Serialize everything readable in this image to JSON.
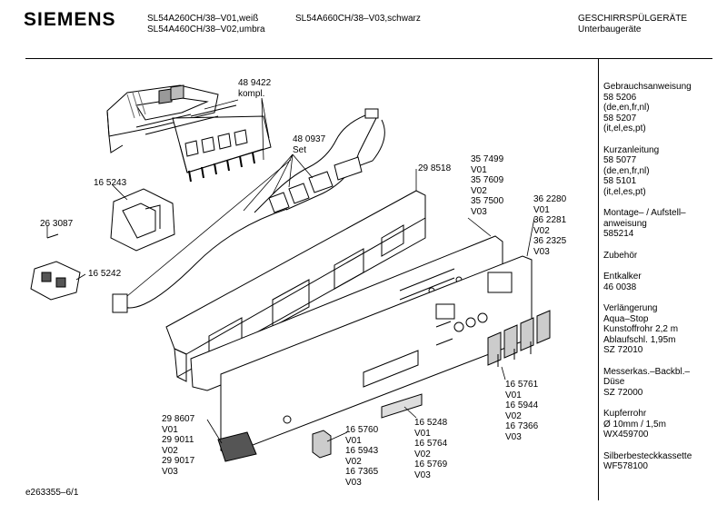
{
  "header": {
    "brand": "SIEMENS",
    "models": [
      "SL54A260CH/38–V01,weiß",
      "SL54A460CH/38–V02,umbra",
      "SL54A660CH/38–V03,schwarz"
    ],
    "category": "GESCHIRRSPÜLGERÄTE",
    "subcategory": "Unterbaugeräte"
  },
  "sidebar": [
    [
      "Gebrauchsanweisung",
      "58 5206",
      "(de,en,fr,nl)",
      "58 5207",
      "(it,el,es,pt)"
    ],
    [
      "Kurzanleitung",
      "58 5077",
      "(de,en,fr,nl)",
      "58 5101",
      "(it,el,es,pt)"
    ],
    [
      "Montage– / Aufstell–",
      "anweisung",
      "585214"
    ],
    [
      "Zubehör"
    ],
    [
      "Entkalker",
      "46 0038"
    ],
    [
      "Verlängerung",
      "Aqua–Stop",
      "Kunstoffrohr 2,2 m",
      "Ablaufschl. 1,95m",
      "SZ 72010"
    ],
    [
      "Messerkas.–Backbl.–",
      "Düse",
      "SZ 72000"
    ],
    [
      "Kupferrohr",
      "Ø 10mm / 1,5m",
      "WX459700"
    ],
    [
      "Silberbesteckkassette",
      "WF578100"
    ]
  ],
  "labels": {
    "l1": [
      "48 9422",
      "kompl."
    ],
    "l2": [
      "48 0937",
      "Set"
    ],
    "l3": [
      "16 5243"
    ],
    "l4": [
      "26 3087"
    ],
    "l5": [
      "16 5242"
    ],
    "l6": [
      "29 8518"
    ],
    "l7": [
      "35 7499",
      "V01",
      "35 7609",
      "V02",
      "35 7500",
      "V03"
    ],
    "l8": [
      "36 2280",
      "V01",
      "36 2281",
      "V02",
      "36 2325",
      "V03"
    ],
    "l9": [
      "16 5761",
      "V01",
      "16 5944",
      "V02",
      "16 7366",
      "V03"
    ],
    "l10": [
      "29 8607",
      "V01",
      "29 9011",
      "V02",
      "29 9017",
      "V03"
    ],
    "l11": [
      "16 5760",
      "V01",
      "16 5943",
      "V02",
      "16 7365",
      "V03"
    ],
    "l12": [
      "16 5248",
      "V01",
      "16 5764",
      "V02",
      "16 5769",
      "V03"
    ]
  },
  "footer": "e263355–6/1"
}
